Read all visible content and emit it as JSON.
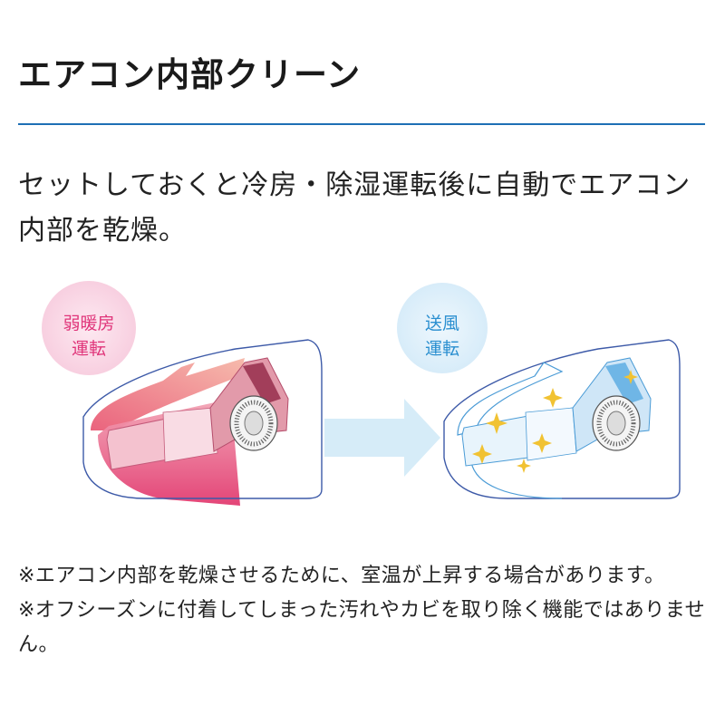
{
  "page": {
    "title": "エアコン内部クリーン",
    "description": "セットしておくと冷房・除湿運転後に自動でエアコン内部を乾燥。"
  },
  "illustration": {
    "step1": {
      "line1": "弱暖房",
      "line2": "運転",
      "color": "#e0357a"
    },
    "step2": {
      "line1": "送風",
      "line2": "運転",
      "color": "#2a8fd0"
    },
    "arrow_color": "#d6ecf8",
    "icons": [
      "air-conditioner-heating-icon",
      "arrow-right-icon",
      "air-conditioner-fan-icon",
      "sparkle-icon"
    ]
  },
  "notes": [
    "※エアコン内部を乾燥させるために、室温が上昇する場合があります。",
    "※オフシーズンに付着してしまった汚れやカビを取り除く機能ではありません。"
  ],
  "colors": {
    "accent_rule": "#1d6fb5",
    "heat_pink": "#e0357a",
    "fan_blue": "#2a8fd0"
  }
}
